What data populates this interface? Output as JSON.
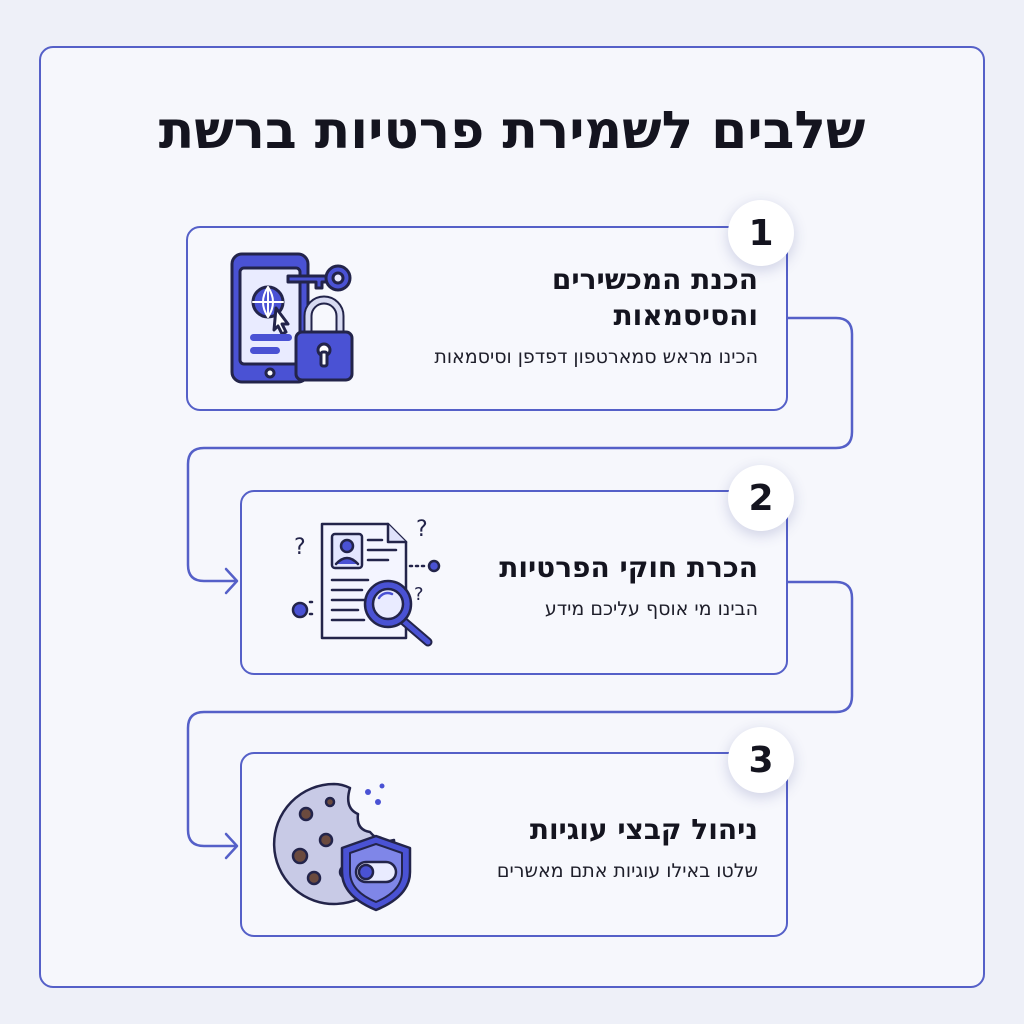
{
  "title": "שלבים לשמירת פרטיות ברשת",
  "steps": [
    {
      "number": "1",
      "title": "הכנת המכשירים והסיסמאות",
      "description": "הכינו מראש סמארטפון דפדפן וסיסמאות",
      "icon": "phone-key-lock-icon"
    },
    {
      "number": "2",
      "title": "הכרת חוקי הפרטיות",
      "description": "הבינו מי אוסף עליכם מידע",
      "icon": "document-magnifier-icon"
    },
    {
      "number": "3",
      "title": "ניהול קבצי עוגיות",
      "description": "שלטו באילו עוגיות אתם מאשרים",
      "icon": "cookie-shield-icon"
    }
  ],
  "colors": {
    "accent": "#4a52d4",
    "border": "#5560c8",
    "text": "#14141f",
    "background": "#eef0f8"
  }
}
